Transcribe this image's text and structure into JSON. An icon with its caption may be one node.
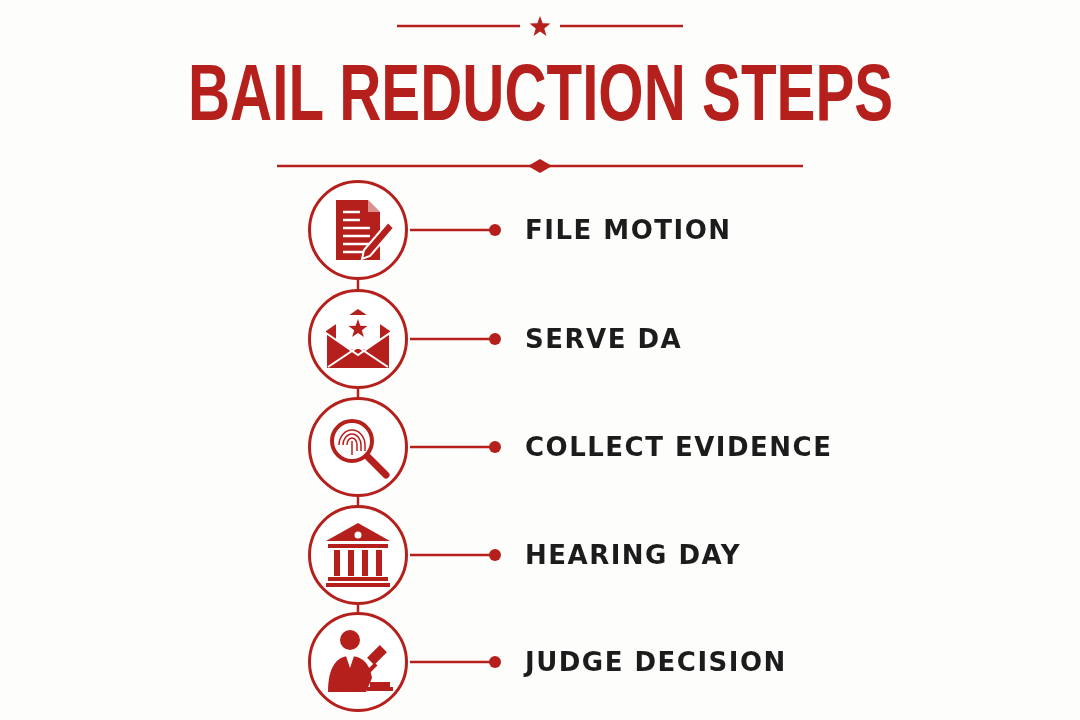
{
  "diagram": {
    "title": "BAIL REDUCTION STEPS",
    "nodes": [
      {
        "text": [],
        "shape": "circle"
      },
      {
        "text": [
          "FILE MOTION"
        ]
      },
      {
        "text": [],
        "shape": "circle"
      },
      {
        "text": [
          "SERVE DA"
        ]
      },
      {
        "text": [],
        "shape": "circle"
      },
      {
        "text": [
          "COLLECT EVIDENCE"
        ]
      },
      {
        "text": [],
        "shape": "circle"
      },
      {
        "text": [
          "HEARING DAY"
        ]
      },
      {
        "text": [],
        "shape": "circle"
      },
      {
        "text": [
          "JUDGE DECISION"
        ]
      }
    ],
    "edges": [
      {
        "from": 0,
        "to": 1,
        "arrow": "other"
      },
      {
        "from": 2,
        "to": 3,
        "arrow": "other"
      },
      {
        "from": 4,
        "to": 5,
        "arrow": "other"
      },
      {
        "from": 6,
        "to": 7,
        "arrow": "other"
      },
      {
        "from": 8,
        "to": 9,
        "arrow": "other"
      },
      {
        "from": 0,
        "to": 2,
        "arrow": "none"
      },
      {
        "from": 2,
        "to": 4,
        "arrow": "none"
      },
      {
        "from": 4,
        "to": 6,
        "arrow": "none"
      },
      {
        "from": 6,
        "to": 8,
        "arrow": "none"
      }
    ]
  }
}
